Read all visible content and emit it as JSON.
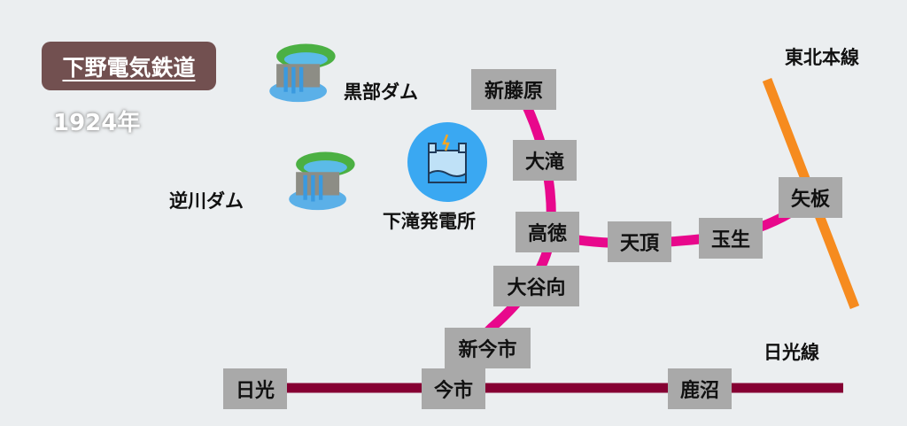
{
  "title": "下野電気鉄道",
  "year": "1924年",
  "colors": {
    "background": "#ebeef0",
    "title_badge": "#725050",
    "shimotsuke_line": "#e8088c",
    "nikko_line": "#850033",
    "tohoku_line": "#f68b1f",
    "station_box": "#a9a9a9",
    "plant_circle": "#3aa8f2"
  },
  "facilities": {
    "kurobe_dam": "黒部ダム",
    "sakasagawa_dam": "逆川ダム",
    "power_plant": "下滝発電所"
  },
  "lines": {
    "tohoku": "東北本線",
    "nikko": "日光線"
  },
  "stations": {
    "shinfujiwara": "新藤原",
    "otaki": "大滝",
    "takatoku": "高徳",
    "tenchou": "天頂",
    "tamanyu": "玉生",
    "yaita": "矢板",
    "oyamukai": "大谷向",
    "shinimaichi": "新今市",
    "imaichi": "今市",
    "nikko": "日光",
    "kanuma": "鹿沼"
  }
}
